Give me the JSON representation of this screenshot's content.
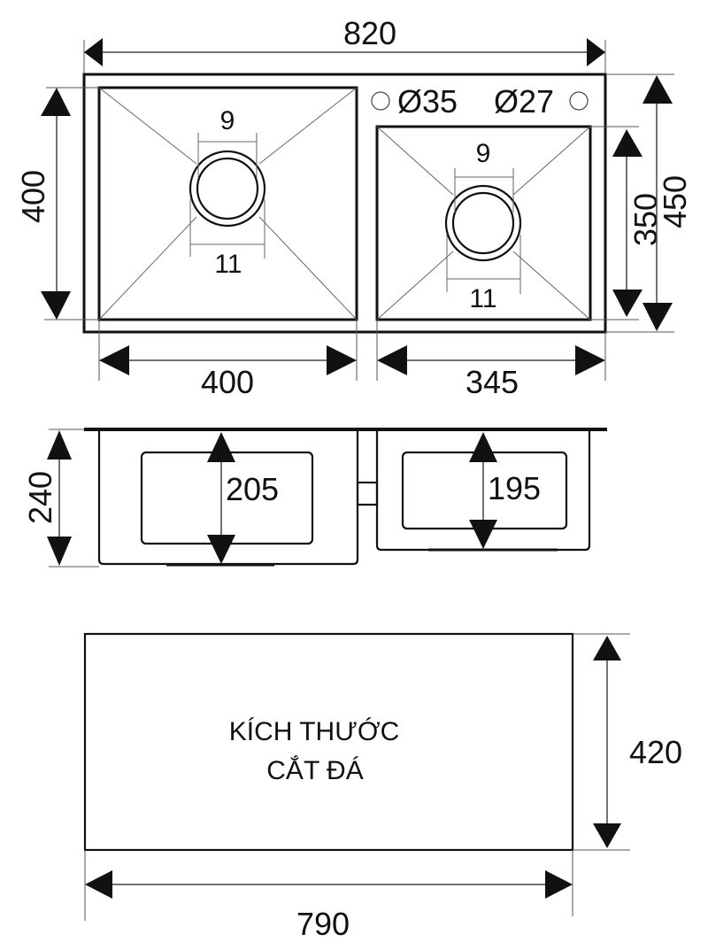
{
  "drawing": {
    "subject": "Double-bowl kitchen sink dimensional drawing",
    "units": "mm",
    "colors": {
      "line": "#111111",
      "background": "#ffffff"
    },
    "top_view": {
      "overall_width": "820",
      "overall_depth": "450",
      "tap_holes": [
        {
          "label": "Ø35",
          "icon": "tap-hole-icon"
        },
        {
          "label": "Ø27",
          "icon": "tap-hole-icon"
        }
      ],
      "left_bowl": {
        "width": "400",
        "depth": "400",
        "drain_top": "9",
        "drain_bottom": "11"
      },
      "right_bowl": {
        "width": "345",
        "depth": "350",
        "drain_top": "9",
        "drain_bottom": "11"
      }
    },
    "front_view": {
      "overall_height": "240",
      "left_bowl_depth": "205",
      "right_bowl_depth": "195"
    },
    "cutout": {
      "title_line1": "KÍCH THƯỚC",
      "title_line2": "CẮT ĐÁ",
      "width": "790",
      "height": "420"
    }
  }
}
